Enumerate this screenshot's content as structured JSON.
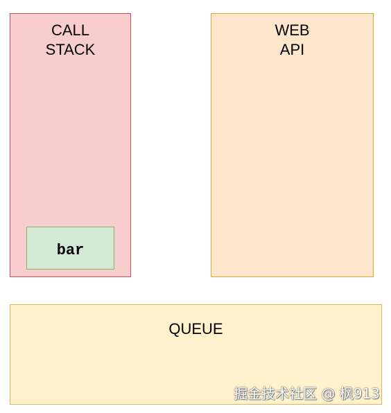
{
  "diagram": {
    "call_stack": {
      "title": "CALL\nSTACK",
      "frames": [
        "bar"
      ],
      "fill": "#f7cecd",
      "stroke": "#b85450"
    },
    "web_api": {
      "title": "WEB\nAPI",
      "fill": "#fde6cb",
      "stroke": "#d6a632"
    },
    "queue": {
      "title": "QUEUE",
      "fill": "#fff2cc",
      "stroke": "#d6b656"
    },
    "frame_colors": {
      "fill": "#d5e8d4",
      "stroke": "#82b366"
    }
  },
  "watermark": "掘金技术社区 @ 枫913"
}
